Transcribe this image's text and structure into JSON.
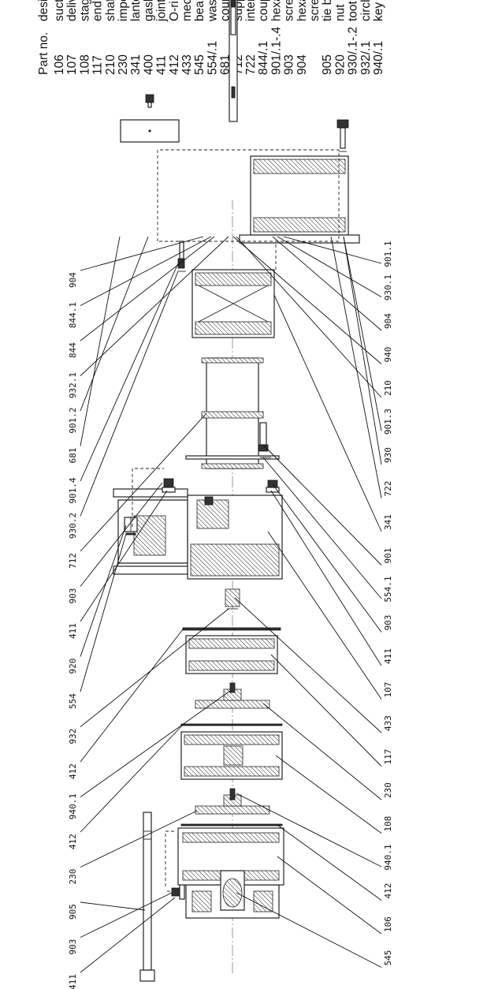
{
  "legend": {
    "header_part_no": "Part no.",
    "header_designation": "designation",
    "rows": [
      {
        "no": "106",
        "name": "suction casing"
      },
      {
        "no": "107",
        "name": "delivery casing"
      },
      {
        "no": "108",
        "name": "stage casing"
      },
      {
        "no": "117",
        "name": "end stage casing"
      },
      {
        "no": "210",
        "name": "shaft"
      },
      {
        "no": "230",
        "name": "impeller"
      },
      {
        "no": "341",
        "name": "lantern"
      },
      {
        "no": "400",
        "name": "gasket"
      },
      {
        "no": "411",
        "name": "joint ring"
      },
      {
        "no": "412",
        "name": "O-ring"
      },
      {
        "no": "433",
        "name": "mechanical seal"
      },
      {
        "no": "545",
        "name": "bearing bush"
      },
      {
        "no": "554/.1",
        "name": "washer"
      },
      {
        "no": "681",
        "name": "coupling guard"
      },
      {
        "no": "712",
        "name": "support clumn"
      },
      {
        "no": "722",
        "name": "intermediate flange"
      },
      {
        "no": "844/.1",
        "name": "coupling guard"
      },
      {
        "no": "901/.1-.4",
        "name": "hexagon screw"
      },
      {
        "no": "903",
        "name": "screwed plug"
      },
      {
        "no": "904",
        "name": "hexagon socket set"
      },
      {
        "no": "",
        "name": "screw"
      },
      {
        "no": "905",
        "name": "tie bolt"
      },
      {
        "no": "920",
        "name": "nut"
      },
      {
        "no": "930/.1-.2",
        "name": "tooth lock washer"
      },
      {
        "no": "932/.1",
        "name": "circlip"
      },
      {
        "no": "940/.1",
        "name": "key"
      }
    ]
  },
  "callouts": {
    "left": [
      "904",
      "844.1",
      "844",
      "932.1",
      "901.2",
      "681",
      "901.4",
      "930.2",
      "712",
      "903",
      "411",
      "920",
      "554",
      "932",
      "412",
      "940.1",
      "412",
      "230",
      "905",
      "903",
      "411"
    ],
    "right": [
      "901.1",
      "930.1",
      "904",
      "940",
      "210",
      "901.3",
      "930",
      "722",
      "341",
      "901",
      "554.1",
      "903",
      "411",
      "107",
      "433",
      "117",
      "230",
      "108",
      "940.1",
      "412",
      "106",
      "545"
    ]
  }
}
